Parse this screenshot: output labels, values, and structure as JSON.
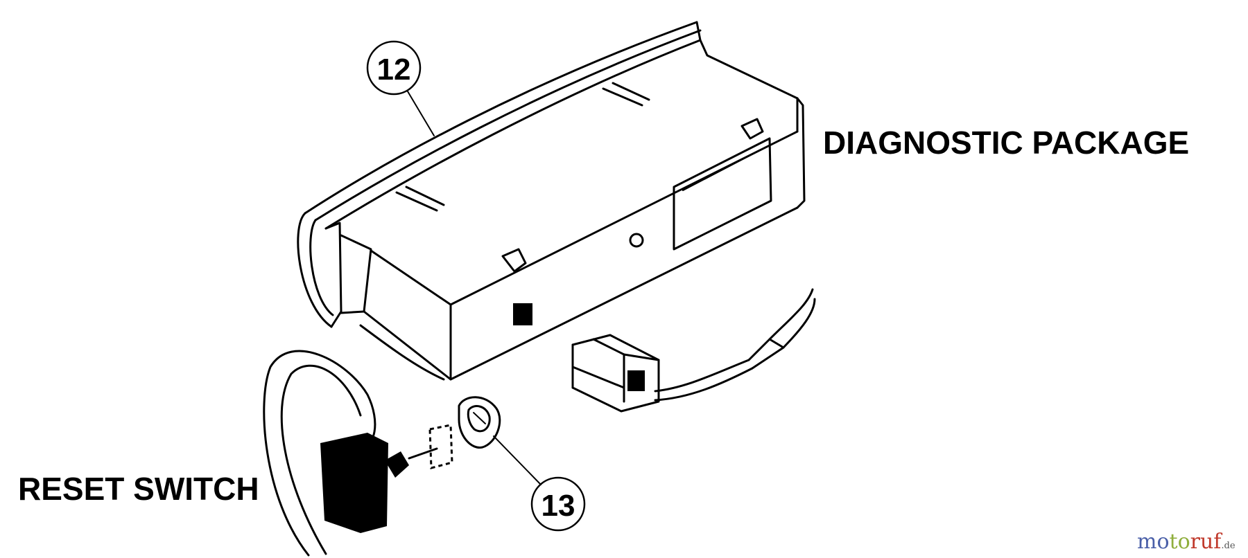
{
  "labels": {
    "diagnostic_package": "DIAGNOSTIC PACKAGE",
    "reset_switch": "RESET SWITCH"
  },
  "callouts": [
    {
      "number": "12"
    },
    {
      "number": "13"
    }
  ],
  "watermark": {
    "mo": "mo",
    "to": "to",
    "ruf": "ruf",
    "suffix": ".de",
    "colors": {
      "mo": "#4a5fa8",
      "to": "#8fae3c",
      "ruf": "#c0392b"
    }
  }
}
